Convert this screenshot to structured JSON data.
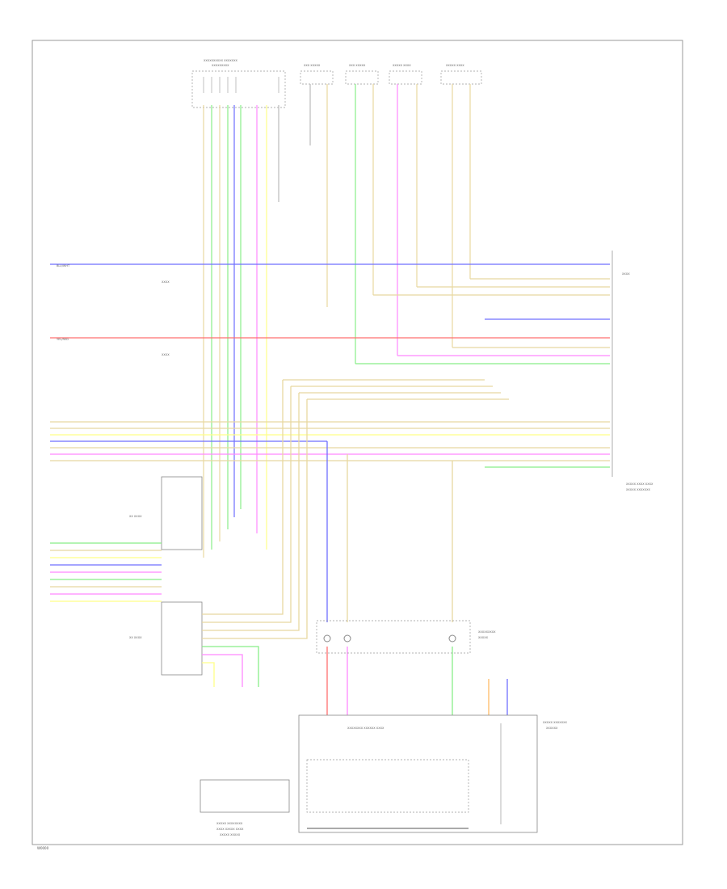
{
  "diagram": {
    "footer_code": "W0000",
    "colors": {
      "blue": "#6f6fff",
      "red": "#ff6f6f",
      "yellow": "#ffff88",
      "tan": "#e8d8a0",
      "green": "#88ee88",
      "pink": "#ff88ff",
      "violet": "#cc66ff",
      "orange": "#ffbb66",
      "gray": "#bbbbbb"
    },
    "wire_labels": [
      {
        "id": "w1",
        "text": "BLU/WHT",
        "bind": "left"
      },
      {
        "id": "w2",
        "text": "YEL/RED",
        "bind": "left"
      }
    ]
  }
}
